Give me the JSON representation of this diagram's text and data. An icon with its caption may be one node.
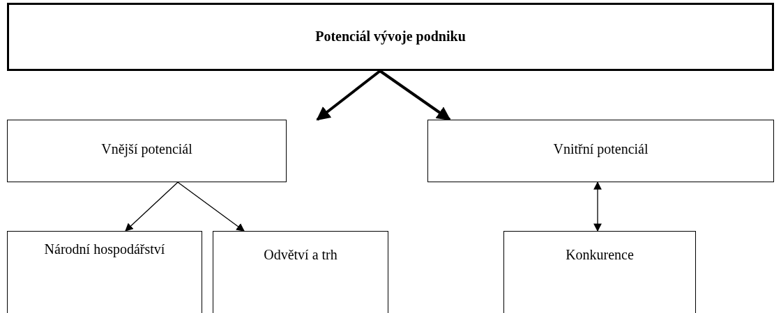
{
  "diagram": {
    "nodes": [
      {
        "text": [
          "Potenciál vývoje podniku"
        ]
      },
      {
        "text": [
          "Vnější potenciál"
        ]
      },
      {
        "text": [
          "Vnitřní potenciál"
        ]
      },
      {
        "text": [
          "Národní hospodářství"
        ]
      },
      {
        "text": [
          "Odvětví a trh"
        ]
      },
      {
        "text": [
          "Konkurence"
        ]
      }
    ],
    "edges": [
      {
        "from": 0,
        "to": 1,
        "arrow": "to",
        "style": "thick"
      },
      {
        "from": 0,
        "to": 2,
        "arrow": "to",
        "style": "thick"
      },
      {
        "from": 1,
        "to": 3,
        "arrow": "to"
      },
      {
        "from": 1,
        "to": 4,
        "arrow": "to"
      },
      {
        "from": 2,
        "to": 5,
        "arrow": "both"
      }
    ]
  }
}
